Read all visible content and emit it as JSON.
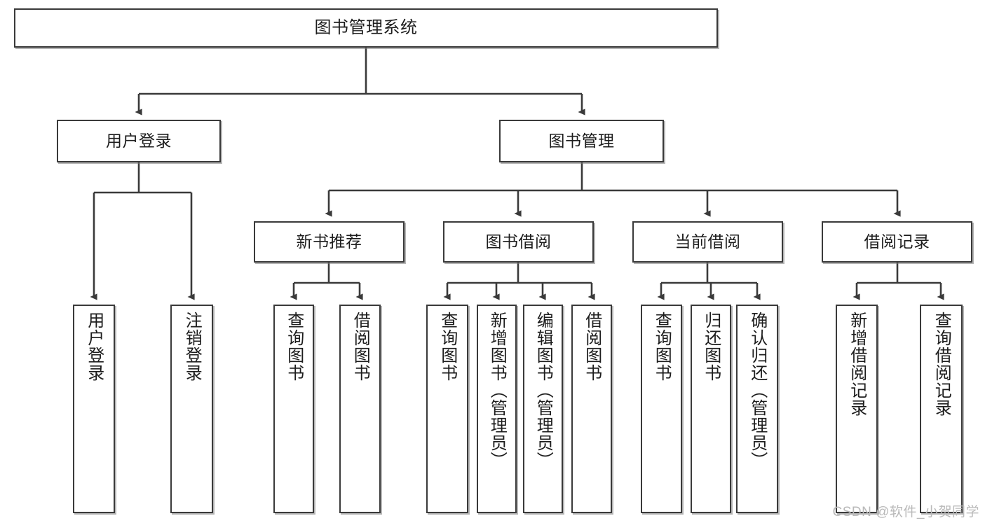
{
  "diagram": {
    "title": "图书管理系统",
    "type": "tree-hierarchy",
    "watermark": "CSDN @软件_小贺同学",
    "colors": {
      "box_border": "#3a3a3a",
      "box_fill": "#ffffff",
      "edge": "#3a3a3a",
      "text": "#1d1d1d",
      "watermark": "#b9b9b9"
    },
    "nodes": {
      "root": {
        "label": "图书管理系统"
      },
      "level2": [
        {
          "id": "user-login",
          "label": "用户登录"
        },
        {
          "id": "book-manage",
          "label": "图书管理"
        }
      ],
      "level3": [
        {
          "id": "new-book-rec",
          "label": "新书推荐"
        },
        {
          "id": "book-borrow",
          "label": "图书借阅"
        },
        {
          "id": "current-borrow",
          "label": "当前借阅"
        },
        {
          "id": "borrow-record",
          "label": "借阅记录"
        }
      ],
      "leaves": [
        {
          "id": "leaf-user-login",
          "label": "用户登录",
          "parent": "user-login"
        },
        {
          "id": "leaf-user-logout",
          "label": "注销登录",
          "parent": "user-login"
        },
        {
          "id": "leaf-query-book-1",
          "label": "查询图书",
          "parent": "new-book-rec"
        },
        {
          "id": "leaf-borrow-book-1",
          "label": "借阅图书",
          "parent": "new-book-rec"
        },
        {
          "id": "leaf-query-book-2",
          "label": "查询图书",
          "parent": "book-borrow"
        },
        {
          "id": "leaf-add-book",
          "label": "新增图书（管理员）",
          "parent": "book-borrow"
        },
        {
          "id": "leaf-edit-book",
          "label": "编辑图书（管理员）",
          "parent": "book-borrow"
        },
        {
          "id": "leaf-borrow-book-2",
          "label": "借阅图书",
          "parent": "book-borrow"
        },
        {
          "id": "leaf-query-book-3",
          "label": "查询图书",
          "parent": "current-borrow"
        },
        {
          "id": "leaf-return-book",
          "label": "归还图书",
          "parent": "current-borrow"
        },
        {
          "id": "leaf-confirm-return",
          "label": "确认归还（管理员）",
          "parent": "current-borrow"
        },
        {
          "id": "leaf-add-record",
          "label": "新增借阅记录",
          "parent": "borrow-record"
        },
        {
          "id": "leaf-query-record",
          "label": "查询借阅记录",
          "parent": "borrow-record"
        }
      ]
    }
  }
}
